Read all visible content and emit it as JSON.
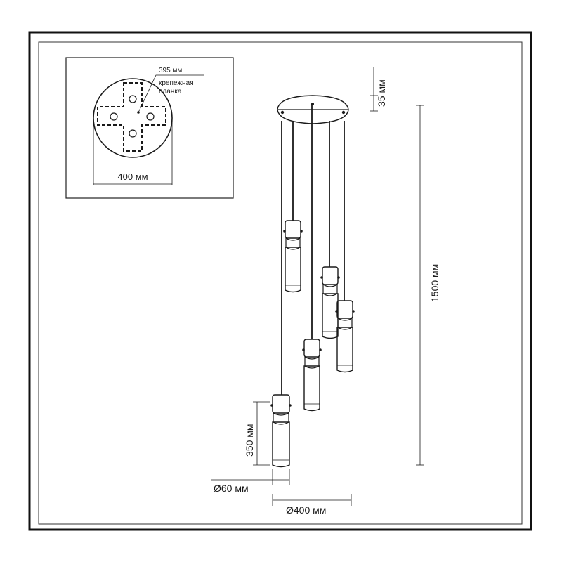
{
  "labels": {
    "mount_diameter": "400 мм",
    "bracket_size": "395 мм",
    "bracket_caption_line1": "крепежная",
    "bracket_caption_line2": "планка",
    "canopy_height": "35 мм",
    "total_height": "1500 мм",
    "shade_height": "350 мм",
    "shade_diameter": "Ø60 мм",
    "spread_diameter": "Ø400 мм"
  },
  "colors": {
    "line": "#1a1a1a",
    "frame": "#111111",
    "background": "#ffffff"
  }
}
